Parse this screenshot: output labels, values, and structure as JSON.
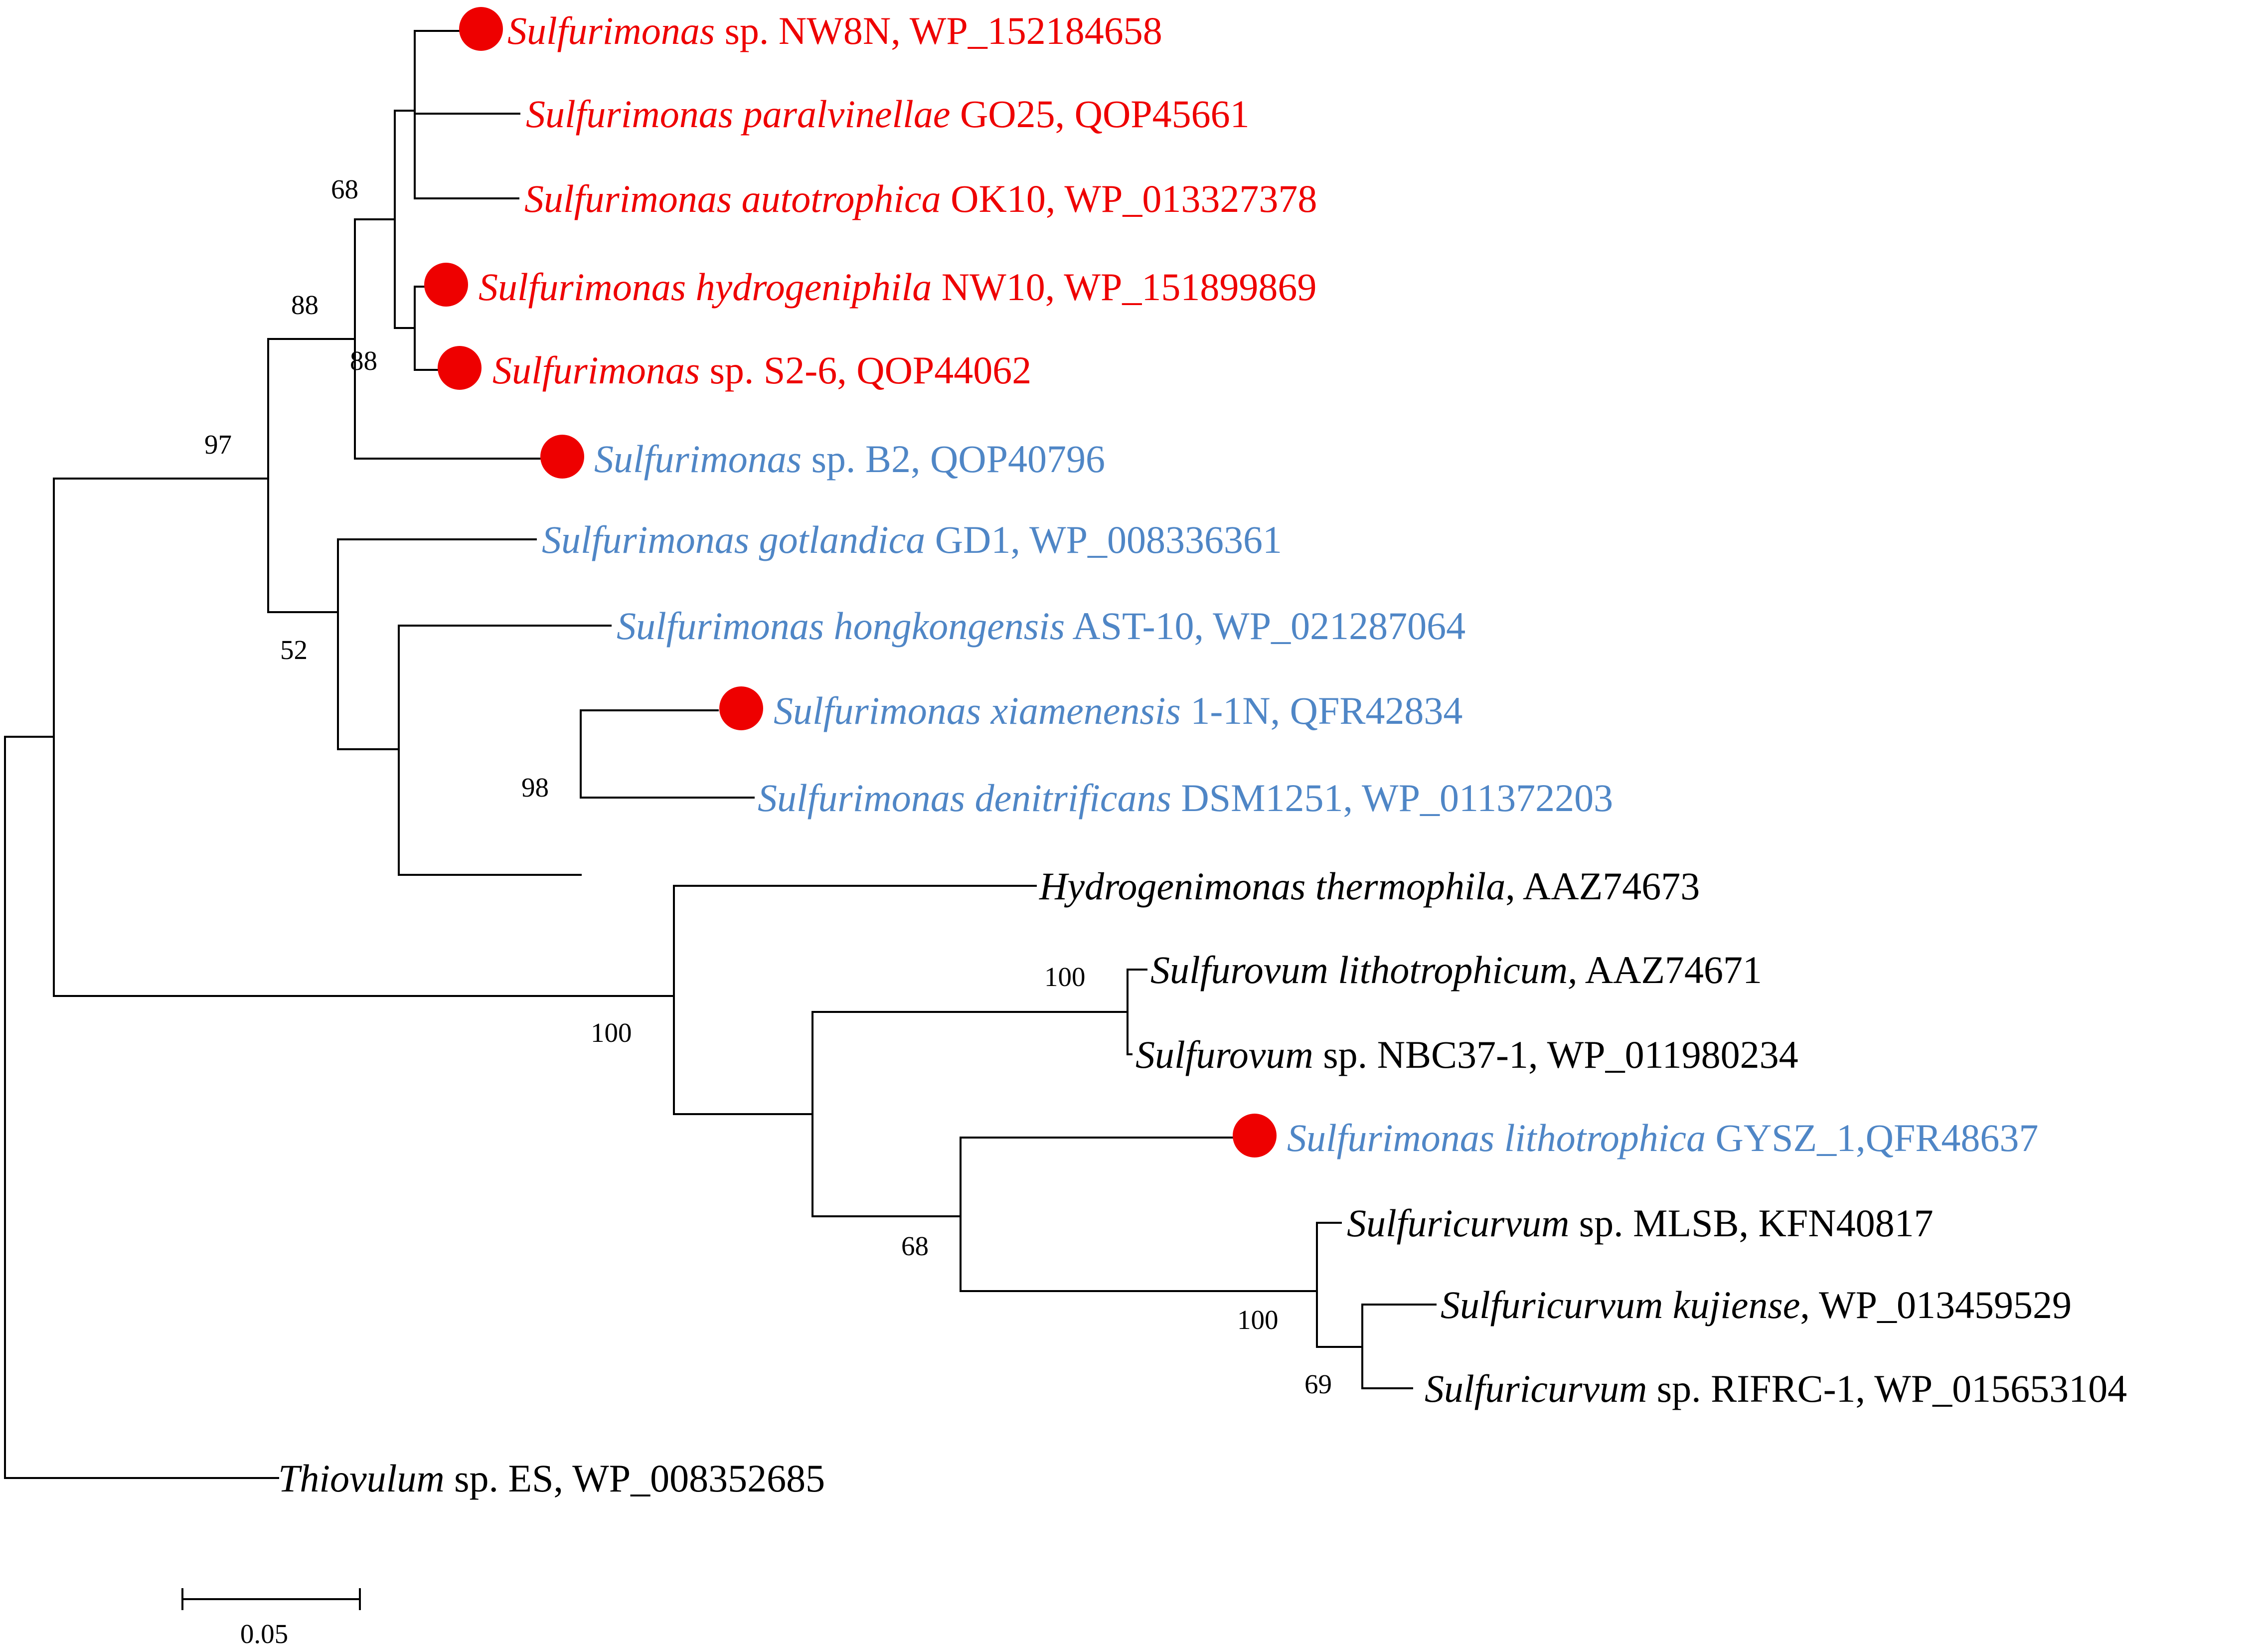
{
  "colors": {
    "red": "#ee0000",
    "blue": "#4f86c6",
    "black": "#000000",
    "marker": "#ee0000"
  },
  "leaves": [
    {
      "id": "nw8n",
      "genus": "Sulfurimonas",
      "species": "",
      "rest": "sp. NW8N, WP_152184658",
      "color": "red",
      "marker": true
    },
    {
      "id": "paralvinellae",
      "genus": "Sulfurimonas",
      "species": "paralvinellae",
      "rest": "GO25, QOP45661",
      "color": "red",
      "marker": false
    },
    {
      "id": "autotrophica",
      "genus": "Sulfurimonas",
      "species": "autotrophica",
      "rest": "OK10, WP_013327378",
      "color": "red",
      "marker": false
    },
    {
      "id": "hydrogeniphila",
      "genus": "Sulfurimonas",
      "species": "hydrogeniphila",
      "rest": "NW10, WP_151899869",
      "color": "red",
      "marker": true
    },
    {
      "id": "s26",
      "genus": "Sulfurimonas",
      "species": "",
      "rest": "sp. S2-6, QOP44062",
      "color": "red",
      "marker": true
    },
    {
      "id": "b2",
      "genus": "Sulfurimonas",
      "species": "",
      "rest": "sp. B2, QOP40796",
      "color": "blue",
      "marker": true
    },
    {
      "id": "gotlandica",
      "genus": "Sulfurimonas",
      "species": "gotlandica",
      "rest": "GD1, WP_008336361",
      "color": "blue",
      "marker": false
    },
    {
      "id": "hongkongensis",
      "genus": "Sulfurimonas",
      "species": "hongkongensis",
      "rest": "AST-10, WP_021287064",
      "color": "blue",
      "marker": false
    },
    {
      "id": "xiamenensis",
      "genus": "Sulfurimonas",
      "species": "xiamenensis",
      "rest": "1-1N, QFR42834",
      "color": "blue",
      "marker": true
    },
    {
      "id": "denitrificans",
      "genus": "Sulfurimonas",
      "species": "denitrificans",
      "rest": "DSM1251, WP_011372203",
      "color": "blue",
      "marker": false
    },
    {
      "id": "hydrogenimonas",
      "genus": "Hydrogenimonas",
      "species": "thermophila",
      "rest": ", AAZ74673",
      "color": "black",
      "marker": false
    },
    {
      "id": "sulfurovum-lith",
      "genus": "Sulfurovum",
      "species": "lithotrophicum,",
      "rest": "AAZ74671",
      "color": "black",
      "marker": false
    },
    {
      "id": "sulfurovum-nbc",
      "genus": "Sulfurovum",
      "species": "",
      "rest": "sp. NBC37-1, WP_011980234",
      "color": "black",
      "marker": false
    },
    {
      "id": "lithotrophica",
      "genus": "Sulfurimonas",
      "species": "lithotrophica",
      "rest": "GYSZ_1,QFR48637",
      "color": "blue",
      "marker": true
    },
    {
      "id": "sulfuricurvum-mlsb",
      "genus": "Sulfuricurvum",
      "species": "",
      "rest": "sp. MLSB, KFN40817",
      "color": "black",
      "marker": false
    },
    {
      "id": "kujiense",
      "genus": "Sulfuricurvum",
      "species": "kujiense",
      "rest": ", WP_013459529",
      "color": "black",
      "marker": false
    },
    {
      "id": "rifrc",
      "genus": "Sulfuricurvum",
      "species": "",
      "rest": "sp. RIFRC-1, WP_015653104",
      "color": "black",
      "marker": false
    },
    {
      "id": "thiovulum",
      "genus": "Thiovulum",
      "species": "",
      "rest": "sp. ES, WP_008352685",
      "color": "black",
      "marker": false
    }
  ],
  "bootstrap": [
    {
      "id": "b68a",
      "text": "68"
    },
    {
      "id": "b88a",
      "text": "88"
    },
    {
      "id": "b88b",
      "text": "88"
    },
    {
      "id": "b97",
      "text": "97"
    },
    {
      "id": "b52",
      "text": "52"
    },
    {
      "id": "b98",
      "text": "98"
    },
    {
      "id": "b100a",
      "text": "100"
    },
    {
      "id": "b100b",
      "text": "100"
    },
    {
      "id": "b68b",
      "text": "68"
    },
    {
      "id": "b100c",
      "text": "100"
    },
    {
      "id": "b69",
      "text": "69"
    }
  ],
  "scale_bar": {
    "label": "0.05"
  }
}
